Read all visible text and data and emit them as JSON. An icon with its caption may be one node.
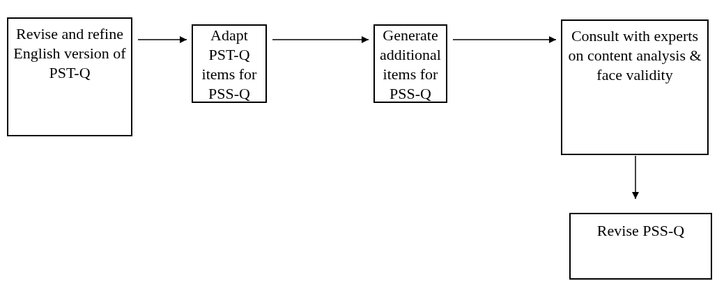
{
  "diagram": {
    "nodes": [
      {
        "text": [
          "Revise and refine English version of PST-Q"
        ]
      },
      {
        "text": [
          "Adapt PST-Q items for PSS-Q"
        ]
      },
      {
        "text": [
          "Generate additional items for PSS-Q"
        ]
      },
      {
        "text": [
          "Consult with experts on content analysis & face validity"
        ]
      },
      {
        "text": [
          "Revise PSS-Q"
        ]
      }
    ],
    "edges": [
      {
        "from": 0,
        "to": 1,
        "arrow": "to"
      },
      {
        "from": 1,
        "to": 2,
        "arrow": "to"
      },
      {
        "from": 2,
        "to": 3,
        "arrow": "to"
      },
      {
        "from": 3,
        "to": 4,
        "arrow": "to"
      }
    ]
  }
}
